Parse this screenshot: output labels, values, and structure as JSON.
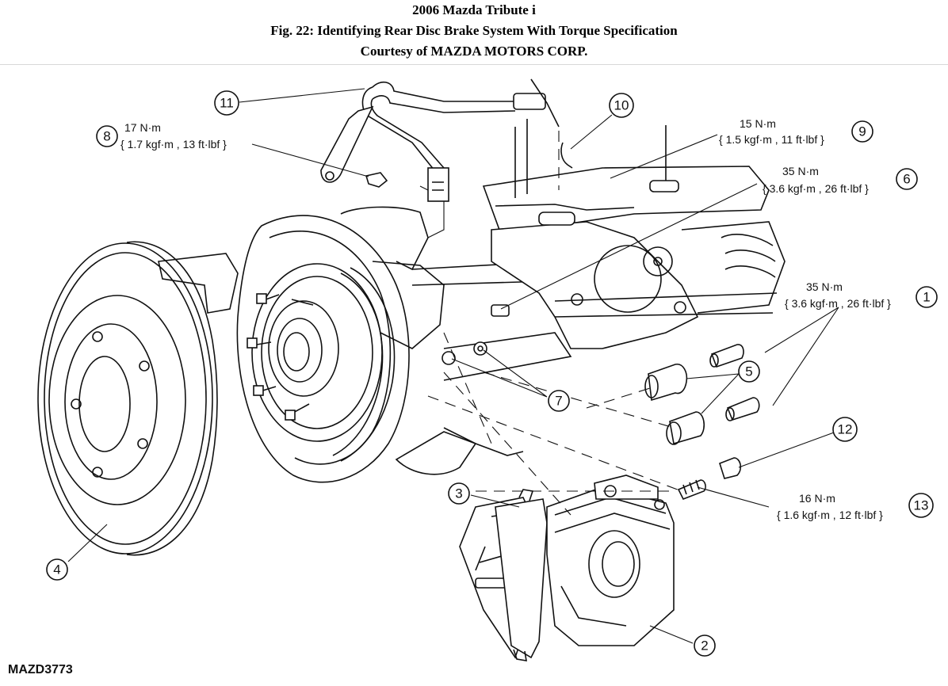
{
  "header": {
    "title": "2006 Mazda Tribute i",
    "figure": "Fig. 22: Identifying Rear Disc Brake System With Torque Specification",
    "courtesy": "Courtesy of MAZDA MOTORS CORP."
  },
  "figure_code": "MAZD3773",
  "callouts": [
    {
      "id": "c1",
      "number": "1"
    },
    {
      "id": "c2",
      "number": "2"
    },
    {
      "id": "c3",
      "number": "3"
    },
    {
      "id": "c4",
      "number": "4"
    },
    {
      "id": "c5",
      "number": "5"
    },
    {
      "id": "c6",
      "number": "6"
    },
    {
      "id": "c7",
      "number": "7"
    },
    {
      "id": "c8",
      "number": "8"
    },
    {
      "id": "c9",
      "number": "9"
    },
    {
      "id": "c10",
      "number": "10"
    },
    {
      "id": "c11",
      "number": "11"
    },
    {
      "id": "c12",
      "number": "12"
    },
    {
      "id": "c13",
      "number": "13"
    }
  ],
  "torque_specs": {
    "spec_8": {
      "nm": "17 N·m",
      "detail": "{ 1.7 kgf·m , 13 ft·lbf }"
    },
    "spec_9": {
      "nm": "15 N·m",
      "detail": "{ 1.5 kgf·m , 11 ft·lbf }"
    },
    "spec_6": {
      "nm": "35 N·m",
      "detail": "{ 3.6 kgf·m , 26 ft·lbf }"
    },
    "spec_1": {
      "nm": "35 N·m",
      "detail": "{ 3.6 kgf·m , 26 ft·lbf }"
    },
    "spec_13": {
      "nm": "16 N·m",
      "detail": "{ 1.6 kgf·m , 12 ft·lbf }"
    }
  }
}
